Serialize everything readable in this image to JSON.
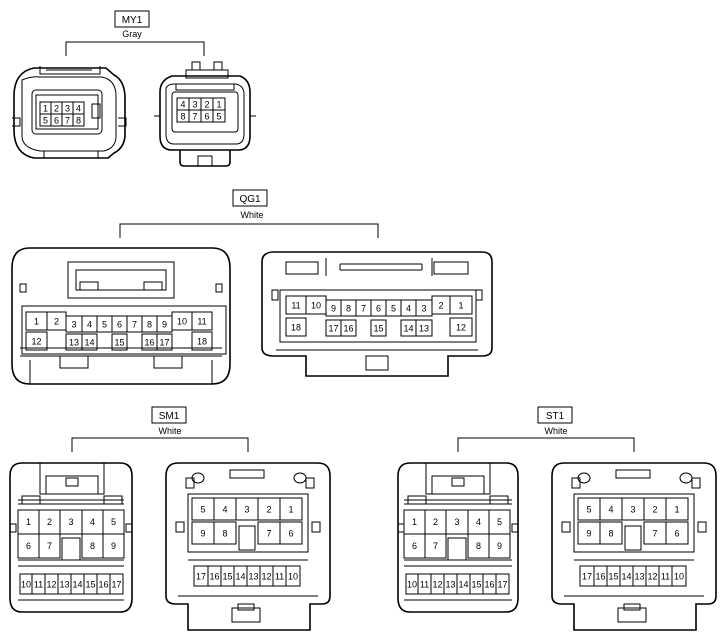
{
  "groups": {
    "my1": {
      "code": "MY1",
      "color": "Gray",
      "left_pins": [
        "1",
        "2",
        "3",
        "4",
        "5",
        "6",
        "7",
        "8"
      ],
      "right_pins": [
        "4",
        "3",
        "2",
        "1",
        "8",
        "7",
        "6",
        "5"
      ]
    },
    "qg1": {
      "code": "QG1",
      "color": "White",
      "left_pins": [
        "1",
        "2",
        "3",
        "4",
        "5",
        "6",
        "7",
        "8",
        "9",
        "10",
        "11",
        "12",
        "13",
        "14",
        "15",
        "16",
        "17",
        "18"
      ],
      "right_pins": [
        "11",
        "10",
        "9",
        "8",
        "7",
        "6",
        "5",
        "4",
        "3",
        "2",
        "1",
        "18",
        "17",
        "16",
        "15",
        "14",
        "13",
        "12"
      ]
    },
    "sm1": {
      "code": "SM1",
      "color": "White",
      "left_pins": [
        "1",
        "2",
        "3",
        "4",
        "5",
        "6",
        "7",
        "8",
        "9",
        "10",
        "11",
        "12",
        "13",
        "14",
        "15",
        "16",
        "17"
      ],
      "right_pins": [
        "5",
        "4",
        "3",
        "2",
        "1",
        "9",
        "8",
        "7",
        "6",
        "17",
        "16",
        "15",
        "14",
        "13",
        "12",
        "11",
        "10"
      ]
    },
    "st1": {
      "code": "ST1",
      "color": "White",
      "left_pins": [
        "1",
        "2",
        "3",
        "4",
        "5",
        "6",
        "7",
        "8",
        "9",
        "10",
        "11",
        "12",
        "13",
        "14",
        "15",
        "16",
        "17"
      ],
      "right_pins": [
        "5",
        "4",
        "3",
        "2",
        "1",
        "9",
        "8",
        "7",
        "6",
        "17",
        "16",
        "15",
        "14",
        "13",
        "12",
        "11",
        "10"
      ]
    }
  }
}
